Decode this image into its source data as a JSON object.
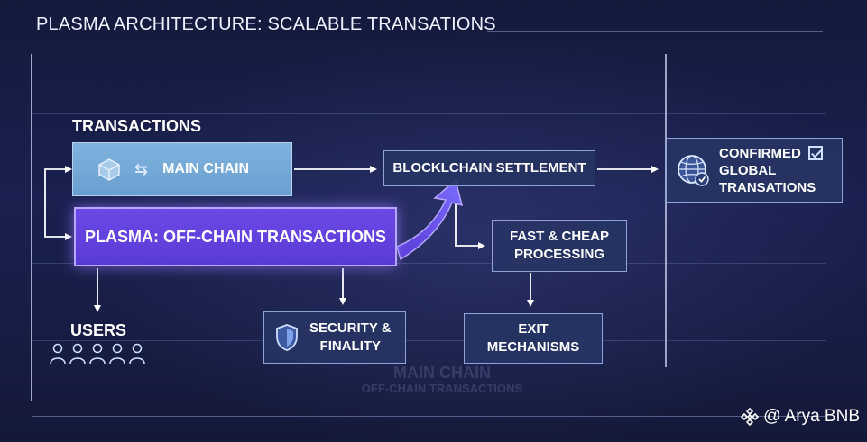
{
  "title": "PLASMA ARCHITECTURE: SCALABLE TRANSATIONS",
  "labels": {
    "transactions": "TRANSACTIONS",
    "users": "USERS"
  },
  "boxes": {
    "main_chain": "MAIN CHAIN",
    "plasma": "PLASMA: OFF-CHAIN TRANSACTIONS",
    "settlement": "BLOCKLCHAIN SETTLEMENT",
    "fast_line1": "FAST & CHEAP",
    "fast_line2": "PROCESSING",
    "security_line1": "SECURITY &",
    "security_line2": "FINALITY",
    "exit_line1": "EXIT",
    "exit_line2": "MECHANISMS",
    "confirmed_line1": "CONFIRMED",
    "confirmed_line2": "GLOBAL",
    "confirmed_line3": "TRANSATIONS"
  },
  "ghost_text": {
    "line1": "MAIN CHAIN",
    "line2": "OFF-CHAIN TRANSACTIONS"
  },
  "watermark": "@ Arya BNB",
  "icons": {
    "main_chain": "cube-icon",
    "transfer": "exchange-arrows-icon",
    "security": "shield-icon",
    "confirmed": "globe-check-icon",
    "users": "user-group-icon",
    "brand": "binance-logo-icon"
  },
  "colors": {
    "background": "#161c44",
    "main_chain_box": "#7fb2dd",
    "plasma_box": "#6241de",
    "dark_box": "#263464",
    "arrow": "#ffffff",
    "curved_arrow": "#6a55f0"
  }
}
